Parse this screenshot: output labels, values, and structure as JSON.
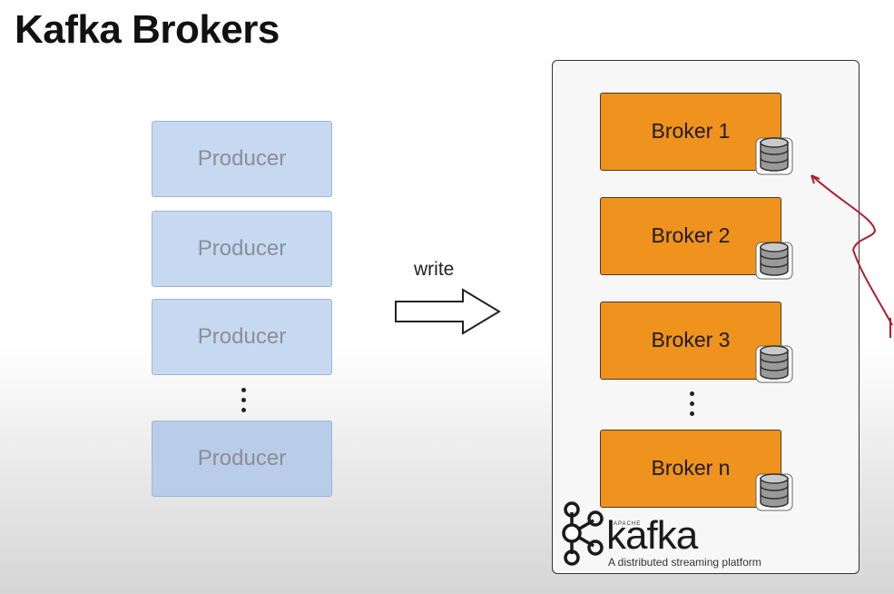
{
  "title": "Kafka Brokers",
  "producers": [
    "Producer",
    "Producer",
    "Producer",
    "Producer"
  ],
  "arrow_label": "write",
  "brokers": [
    "Broker 1",
    "Broker 2",
    "Broker 3",
    "Broker n"
  ],
  "logo": {
    "small": "APACHE",
    "wordmark": "kafka",
    "tagline": "A distributed streaming platform"
  },
  "colors": {
    "producer_fill": "#c7d9f1",
    "broker_fill": "#f0921e",
    "annotation": "#b01b2e"
  }
}
